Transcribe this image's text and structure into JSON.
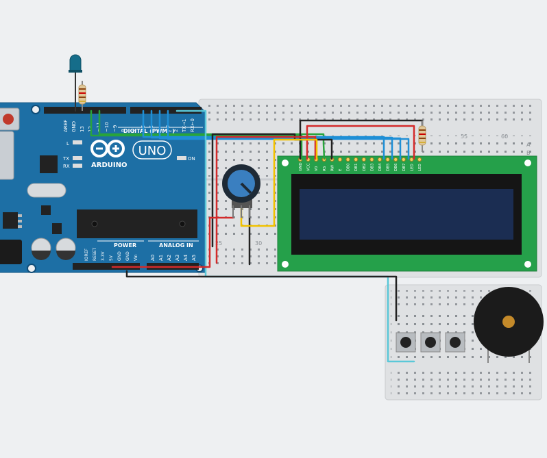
{
  "board": {
    "brand_name": "ARDUINO",
    "model_name": "UNO",
    "digital_header_label": "DIGITAL (PWM~)",
    "power_header_label": "POWER",
    "analog_header_label": "ANALOG IN",
    "on_led_label": "ON",
    "l_led_label": "L",
    "tx_label": "TX",
    "rx_label": "RX",
    "top_pin_labels": [
      "AREF",
      "GND",
      "13",
      "12",
      "~11",
      "~10",
      "~9",
      "8",
      "7",
      "~6",
      "~5",
      "4",
      "~3",
      "2",
      "TX→1",
      "RX←0"
    ],
    "power_pin_labels": [
      "IOREF",
      "RESET",
      "3.3V",
      "5V",
      "GND",
      "GND",
      "Vin"
    ],
    "analog_pin_labels": [
      "A0",
      "A1",
      "A2",
      "A3",
      "A4",
      "A5"
    ]
  },
  "breadboard_main": {
    "column_numbers": [
      "25",
      "30",
      "55",
      "60"
    ],
    "row_letters": [
      "A",
      "B"
    ]
  },
  "lcd": {
    "pin_labels": [
      "GND",
      "VCC",
      "V0",
      "RS",
      "RW",
      "E",
      "DB0",
      "DB1",
      "DB2",
      "DB3",
      "DB4",
      "DB5",
      "DB6",
      "DB7",
      "LED",
      "LED"
    ]
  },
  "colors": {
    "wire_green": "#28a43c",
    "wire_blue": "#1f8fd6",
    "wire_red": "#d42a2a",
    "wire_black": "#222222",
    "wire_yellow": "#f2c200",
    "wire_teal": "#5ac8d8",
    "board_blue": "#1d6fa5",
    "pcb_green": "#25a04a",
    "lcd_screen": "#1b2d52"
  },
  "components": {
    "led": "led-icon",
    "resistor": "resistor-icon",
    "potentiometer": "potentiometer-icon",
    "pushbutton": "pushbutton-icon",
    "buzzer": "buzzer-icon"
  }
}
